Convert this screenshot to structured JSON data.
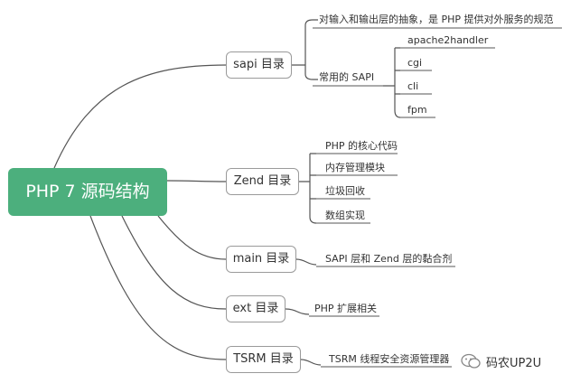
{
  "root": {
    "label": "PHP 7 源码结构"
  },
  "branches": {
    "sapi": {
      "label": "sapi 目录",
      "description": "对输入和输出层的抽象，是 PHP 提供对外服务的规范",
      "common_label": "常用的 SAPI",
      "items": [
        "apache2handler",
        "cgi",
        "cli",
        "fpm"
      ]
    },
    "zend": {
      "label": "Zend 目录",
      "items": [
        "PHP 的核心代码",
        "内存管理模块",
        "垃圾回收",
        "数组实现"
      ]
    },
    "main": {
      "label": "main 目录",
      "items": [
        "SAPI 层和 Zend 层的黏合剂"
      ]
    },
    "ext": {
      "label": "ext 目录",
      "items": [
        "PHP 扩展相关"
      ]
    },
    "tsrm": {
      "label": "TSRM 目录",
      "items": [
        "TSRM 线程安全资源管理器"
      ]
    }
  },
  "watermark": {
    "text": "码农UP2U",
    "icon": "wechat-icon"
  },
  "colors": {
    "root_fill": "#4caf7d",
    "line": "#555555",
    "box_border": "#9a9a9a",
    "text": "#333333"
  }
}
